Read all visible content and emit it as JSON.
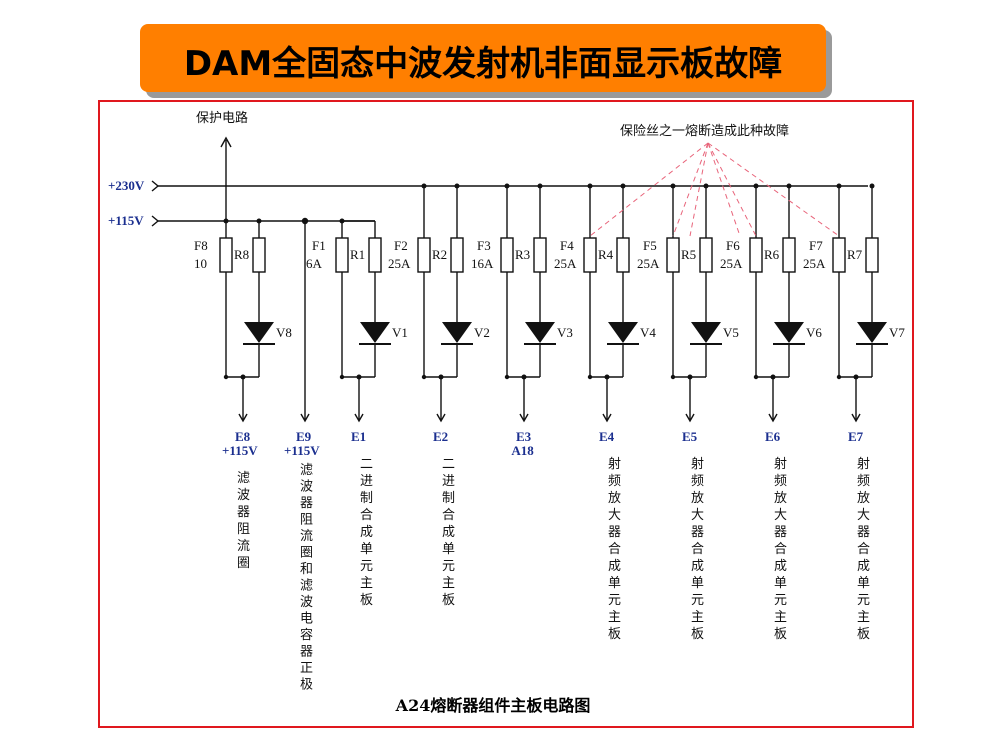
{
  "title": "DAM全固态中波发射机非面显示板故障",
  "diagram": {
    "caption": "A24熔断器组件主板电路图",
    "protect_label": "保护电路",
    "fault_note": "保险丝之一熔断造成此种故障",
    "bus_230": "+230V",
    "bus_115": "+115V",
    "channels": [
      {
        "fuse": "F8",
        "rating": "10",
        "resistor": "R8",
        "diode": "V8",
        "terminal": "E8",
        "term_extra": "+115V",
        "desc": "滤波器阻流圈",
        "bus": "115"
      },
      {
        "fuse": "F1",
        "rating": "6A",
        "resistor": "R1",
        "diode": "V1",
        "terminal": "E1",
        "term_extra": "",
        "desc": "二进制合成单元主板",
        "bus": "115"
      },
      {
        "fuse": "F2",
        "rating": "25A",
        "resistor": "R2",
        "diode": "V2",
        "terminal": "E2",
        "term_extra": "",
        "desc": "二进制合成单元主板",
        "bus": "230"
      },
      {
        "fuse": "F3",
        "rating": "16A",
        "resistor": "R3",
        "diode": "V3",
        "terminal": "E3",
        "term_extra": "A18",
        "desc": "",
        "bus": "230"
      },
      {
        "fuse": "F4",
        "rating": "25A",
        "resistor": "R4",
        "diode": "V4",
        "terminal": "E4",
        "term_extra": "",
        "desc": "射频放大器合成单元主板",
        "bus": "230"
      },
      {
        "fuse": "F5",
        "rating": "25A",
        "resistor": "R5",
        "diode": "V5",
        "terminal": "E5",
        "term_extra": "",
        "desc": "射频放大器合成单元主板",
        "bus": "230"
      },
      {
        "fuse": "F6",
        "rating": "25A",
        "resistor": "R6",
        "diode": "V6",
        "terminal": "E6",
        "term_extra": "",
        "desc": "射频放大器合成单元主板",
        "bus": "230"
      },
      {
        "fuse": "F7",
        "rating": "25A",
        "resistor": "R7",
        "diode": "V7",
        "terminal": "E7",
        "term_extra": "",
        "desc": "射频放大器合成单元主板",
        "bus": "230"
      }
    ],
    "e9": {
      "terminal": "E9",
      "term_extra": "+115V",
      "desc": "滤波器阻流圈和滤波电容器正极"
    },
    "colors": {
      "frame": "#e0181e",
      "banner": "#ff7f00",
      "dashed": "#e8647a",
      "blue_text": "#1b2f8f"
    }
  }
}
